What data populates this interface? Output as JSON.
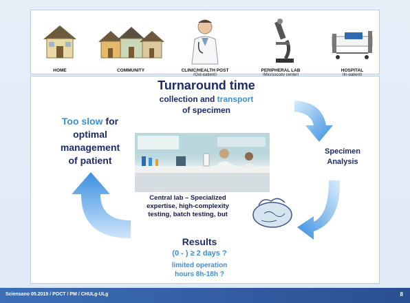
{
  "top_icons": [
    {
      "label": "HOME",
      "sub": ""
    },
    {
      "label": "COMMUNITY",
      "sub": ""
    },
    {
      "label": "CLINIC/HEALTH POST",
      "sub": "(Out-patient)"
    },
    {
      "label": "PERIPHERAL LAB",
      "sub": "(Microscopy center)"
    },
    {
      "label": "HOSPITAL",
      "sub": "(In-patient)"
    }
  ],
  "main": {
    "title": "Turnaround time",
    "subtitle_part1": "collection and ",
    "subtitle_highlight": "transport",
    "subtitle_part2": "of specimen",
    "left_highlight": "Too slow",
    "left_text1": " for",
    "left_text2": "optimal",
    "left_text3": "management",
    "left_text4": "of patient",
    "right_text1": "Specimen",
    "right_text2": "Analysis",
    "central_lab1": "Central lab – Specialized",
    "central_lab2": "expertise, high-complexity",
    "central_lab3": "testing, batch testing, but",
    "results": "Results",
    "days": "(0  - ) ≥ 2 days ?",
    "limited1": "limited operation",
    "limited2": "hours 8h-18h ?"
  },
  "footer": {
    "text": "Sciensano 05.2019 / POCT / PM / CHULg-ULg",
    "page": "8"
  },
  "colors": {
    "accent": "#3a8fd8",
    "dark": "#1d2a6b",
    "footer": "#3d6fb6"
  }
}
